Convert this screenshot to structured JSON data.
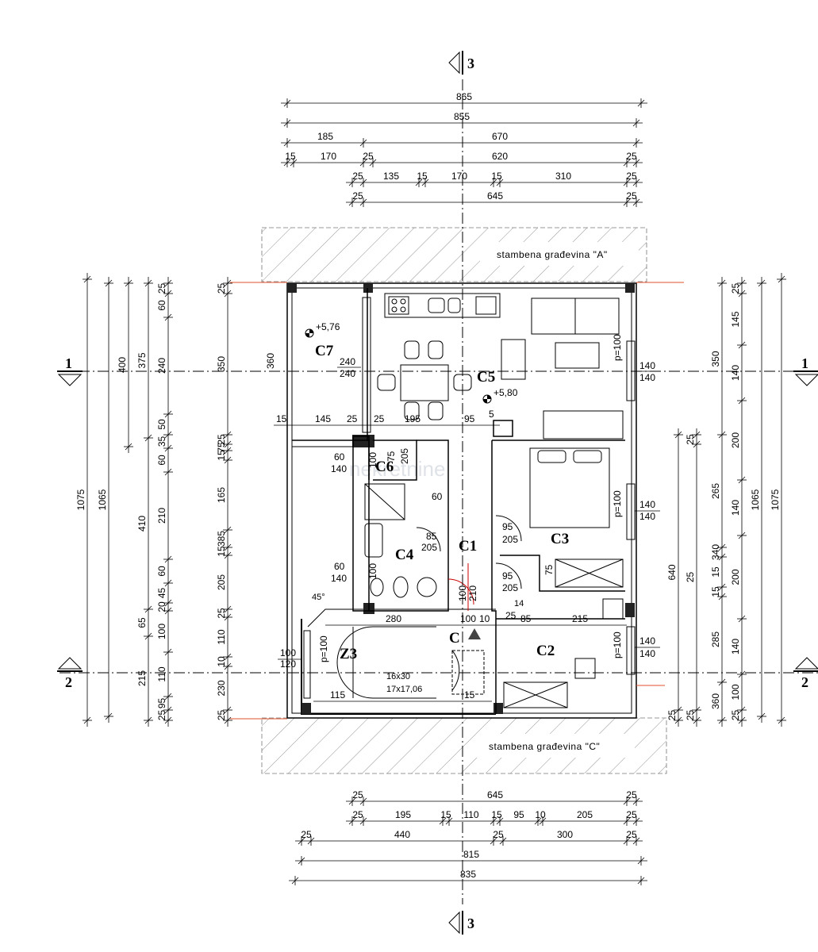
{
  "rooms": [
    {
      "id": "C7",
      "label": "C7"
    },
    {
      "id": "C5",
      "label": "C5"
    },
    {
      "id": "C6",
      "label": "C6"
    },
    {
      "id": "C4",
      "label": "C4"
    },
    {
      "id": "C1",
      "label": "C1"
    },
    {
      "id": "C3",
      "label": "C3"
    },
    {
      "id": "C2",
      "label": "C2"
    },
    {
      "id": "Z3",
      "label": "Z3"
    },
    {
      "id": "C",
      "label": "C"
    }
  ],
  "levels": {
    "c7": "+5,76",
    "c5": "+5,80"
  },
  "neighbors": {
    "top": "stambena građevina \"A\"",
    "bottom": "stambena građevina \"C\""
  },
  "sections": {
    "s1": "1",
    "s2": "2",
    "s3": "3"
  },
  "stair": {
    "steps1": "16x30",
    "steps2": "17x17,06"
  },
  "watermark": "nekretnine",
  "top_dims": {
    "r1": [
      "865"
    ],
    "r2": [
      "855"
    ],
    "r3": [
      "185",
      "670"
    ],
    "r4": [
      "15",
      "170",
      "25",
      "620",
      "25"
    ],
    "r5": [
      "25",
      "135",
      "15",
      "170",
      "15",
      "310",
      "25"
    ],
    "r6": [
      "25",
      "645",
      "25"
    ]
  },
  "bottom_dims": {
    "r1": [
      "25",
      "645",
      "25"
    ],
    "r2": [
      "25",
      "195",
      "15",
      "110",
      "15",
      "95",
      "10",
      "205",
      "25"
    ],
    "r3": [
      "25",
      "440",
      "25",
      "300",
      "25"
    ],
    "r4": [
      "815"
    ],
    "r5": [
      "835"
    ]
  },
  "left_dims": {
    "c1": [
      "1075"
    ],
    "c2": [
      "1065"
    ],
    "c3": [
      "400"
    ],
    "c4": [
      "375",
      "410",
      "65",
      "215"
    ],
    "c5": [
      "25",
      "60",
      "240",
      "50",
      "35",
      "60",
      "210",
      "60",
      "45",
      "20",
      "100",
      "110",
      "95",
      "25"
    ],
    "c6": [
      "25",
      "350",
      "25",
      "75",
      "15",
      "165",
      "385",
      "15",
      "205",
      "25",
      "110",
      "10",
      "230",
      "25"
    ]
  },
  "right_dims": {
    "c1": [
      "1075"
    ],
    "c2": [
      "1065"
    ],
    "c3": [
      "25",
      "145",
      "140",
      "200",
      "140",
      "200",
      "140",
      "100",
      "25"
    ],
    "c4": [
      "350",
      "265",
      "340",
      "15",
      "15",
      "285",
      "360"
    ],
    "c5": [
      "25",
      "25",
      "25",
      "25"
    ],
    "c6": [
      "640",
      "25"
    ]
  },
  "inner_dims": {
    "c7_w1": "240",
    "c7_w2": "240",
    "c7_h": "360",
    "row_a": [
      "15",
      "145",
      "25",
      "25",
      "195",
      "95",
      "5"
    ],
    "c6_a": "60",
    "c6_b": "140",
    "c6_c": "100",
    "c6_d": "75",
    "c6_e": "205",
    "c4_a": "60",
    "c4_b": "140",
    "c4_c": "100",
    "c4_d": "85",
    "c4_e": "205",
    "c1_a": "60",
    "c1_b": "100",
    "c1_c": "210",
    "c3_a": "95",
    "c3_b": "205",
    "c3_c": "95",
    "c3_d": "205",
    "c3_e": "75",
    "c3_f": "14",
    "c5_p": "p=100",
    "c5_w1": "140",
    "c5_w2": "140",
    "c3_p": "p=100",
    "c3_w1": "140",
    "c3_w2": "140",
    "c2_p": "p=100",
    "c2_w1": "140",
    "c2_w2": "140",
    "z3_p": "p=100",
    "z3_w1": "100",
    "z3_w2": "120",
    "corr": [
      "280",
      "100",
      "10",
      "25",
      "85",
      "215"
    ],
    "z3_b": "115",
    "z3_c": "15",
    "angle": "45°"
  }
}
